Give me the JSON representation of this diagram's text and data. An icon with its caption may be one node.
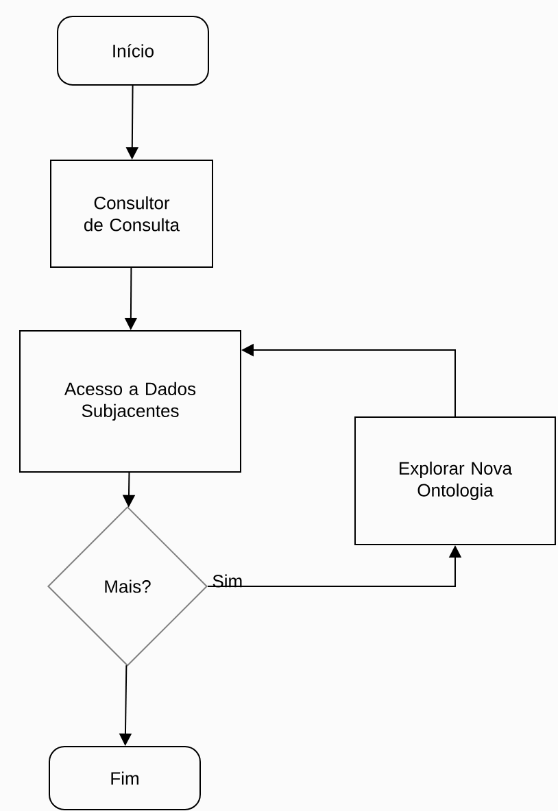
{
  "diagram": {
    "nodes": [
      {
        "text": [
          "Início"
        ]
      },
      {
        "text": [
          "Consultor de Consulta"
        ]
      },
      {
        "text": [
          "Acesso a Dados Subjacentes"
        ]
      },
      {
        "text": [
          "Mais?"
        ]
      },
      {
        "text": [
          "Explorar Nova Ontologia"
        ]
      },
      {
        "text": [
          "Fim"
        ]
      }
    ],
    "edges": [
      {
        "from": 0,
        "to": 1,
        "arrow": "to"
      },
      {
        "from": 1,
        "to": 2,
        "arrow": "to"
      },
      {
        "from": 2,
        "to": 3,
        "arrow": "to"
      },
      {
        "from": 3,
        "to": 4,
        "arrow": "to",
        "label": "Sim"
      },
      {
        "from": 4,
        "to": 2,
        "arrow": "to"
      },
      {
        "from": 3,
        "to": 5,
        "arrow": "to"
      }
    ]
  }
}
